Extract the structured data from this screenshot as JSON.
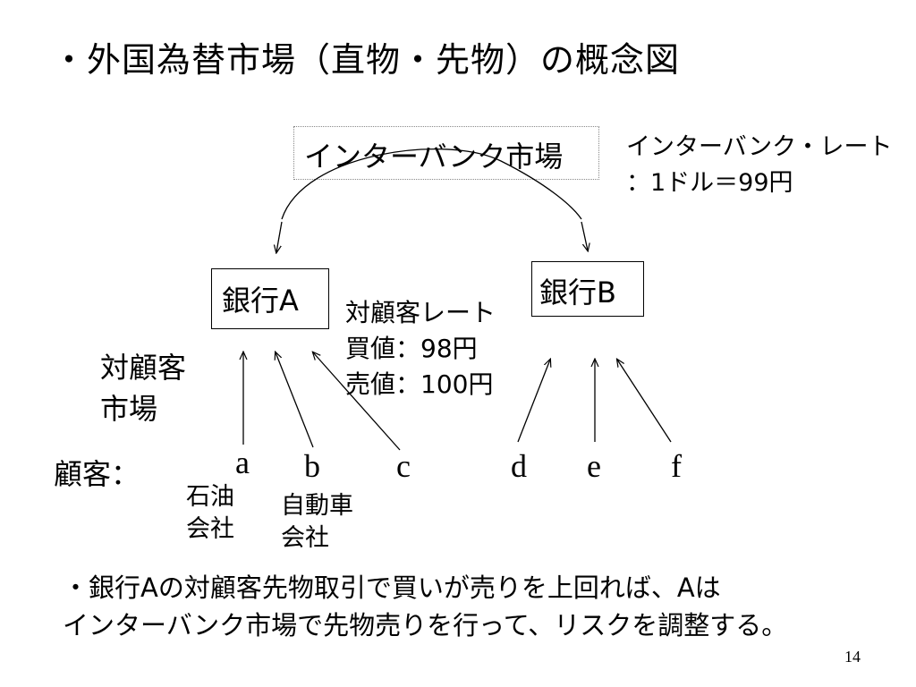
{
  "title": "・外国為替市場（直物・先物）の概念図",
  "interbank": {
    "market_label": "インターバンク市場",
    "rate_line1": "インターバンク・レート",
    "rate_line2": "：1ドル＝99円"
  },
  "banks": {
    "a": "銀行A",
    "b": "銀行B"
  },
  "customer_rate": {
    "heading": "対顧客レート",
    "buy": "買値：98円",
    "sell": "売値：100円"
  },
  "customer_market": {
    "line1": "対顧客",
    "line2": "市場"
  },
  "customers": {
    "label": "顧客：",
    "letters": [
      "a",
      "b",
      "c",
      "d",
      "e",
      "f"
    ],
    "a_sub": [
      "石油",
      "会社"
    ],
    "b_sub": [
      "自動車",
      "会社"
    ]
  },
  "note": {
    "line1": "・銀行Aの対顧客先物取引で買いが売りを上回れば、Aは",
    "line2": "インターバンク市場で先物売りを行って、リスクを調整する。"
  },
  "page_number": "14"
}
